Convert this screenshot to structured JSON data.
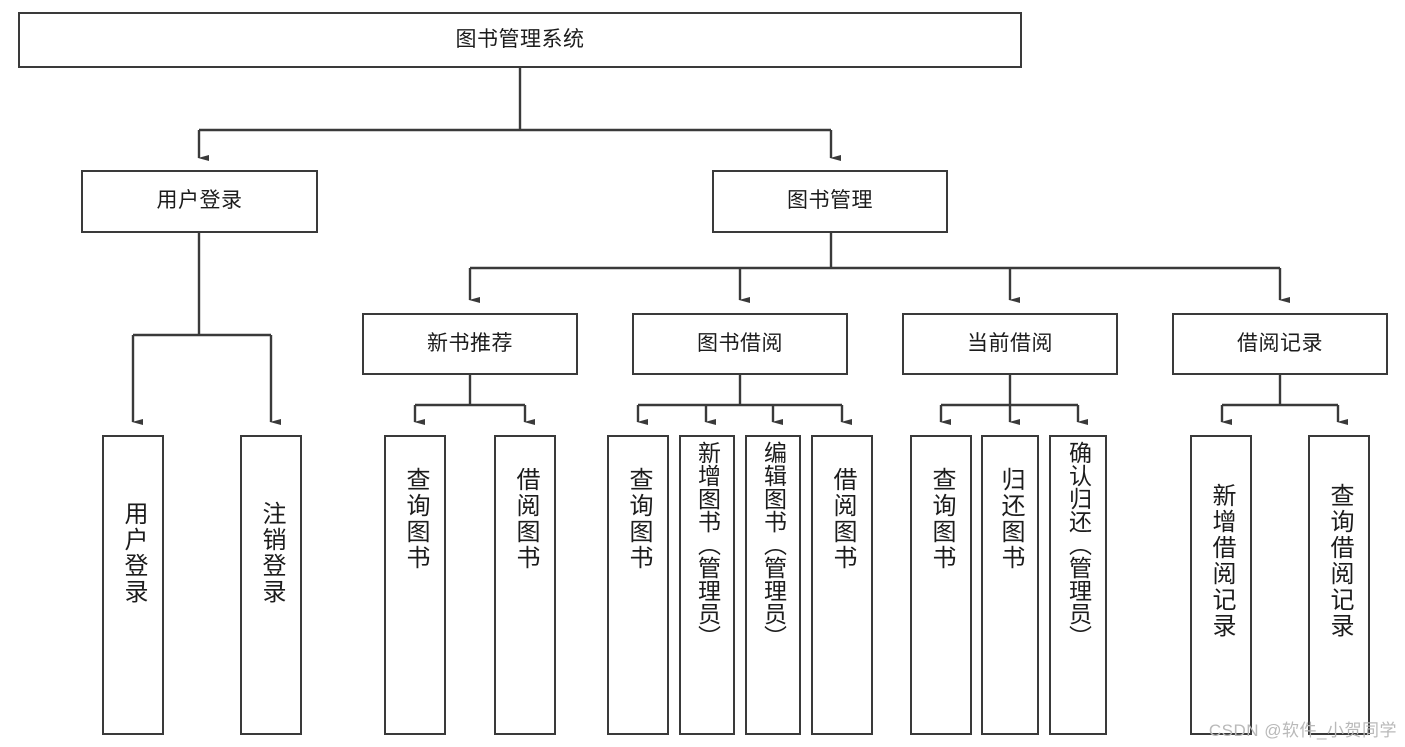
{
  "diagram": {
    "title": "图书管理系统",
    "type": "functional-structure-tree",
    "root": {
      "label": "图书管理系统"
    },
    "level2": [
      {
        "label": "用户登录"
      },
      {
        "label": "图书管理"
      }
    ],
    "level3": [
      {
        "label": "新书推荐"
      },
      {
        "label": "图书借阅"
      },
      {
        "label": "当前借阅"
      },
      {
        "label": "借阅记录"
      }
    ],
    "leaves": {
      "user_login": [
        {
          "label": "用户登录"
        },
        {
          "label": "注销登录"
        }
      ],
      "new_book_recommend": [
        {
          "label": "查询图书"
        },
        {
          "label": "借阅图书"
        }
      ],
      "book_borrow": [
        {
          "label": "查询图书"
        },
        {
          "label": "新增图书（管理员）"
        },
        {
          "label": "编辑图书（管理员）"
        },
        {
          "label": "借阅图书"
        }
      ],
      "current_borrow": [
        {
          "label": "查询图书"
        },
        {
          "label": "归还图书"
        },
        {
          "label": "确认归还（管理员）"
        }
      ],
      "borrow_record": [
        {
          "label": "新增借阅记录"
        },
        {
          "label": "查询借阅记录"
        }
      ]
    }
  },
  "watermark": {
    "text": "CSDN @软件_小贺同学"
  },
  "colors": {
    "stroke": "#3a3a3a",
    "box_fill": "#ffffff",
    "text": "#1c1c1c",
    "watermark": "#b9b9b9"
  }
}
